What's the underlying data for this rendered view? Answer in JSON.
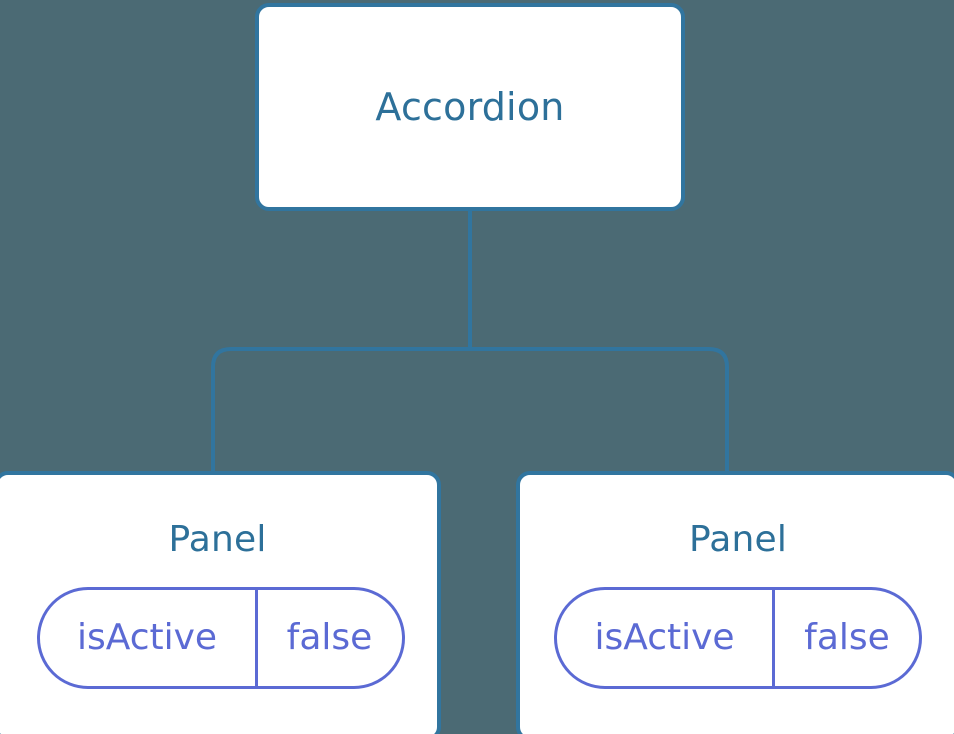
{
  "diagram": {
    "type": "component-tree",
    "background_color": "#4b6a74",
    "node_border_color": "#31759f",
    "node_fill_color": "#ffffff",
    "node_text_color": "#2d7099",
    "edge_color": "#31759f",
    "state_accent_color": "#5b6ad4"
  },
  "root": {
    "label": "Accordion"
  },
  "children": [
    {
      "label": "Panel",
      "state": {
        "key": "isActive",
        "value": "false"
      }
    },
    {
      "label": "Panel",
      "state": {
        "key": "isActive",
        "value": "false"
      }
    }
  ]
}
